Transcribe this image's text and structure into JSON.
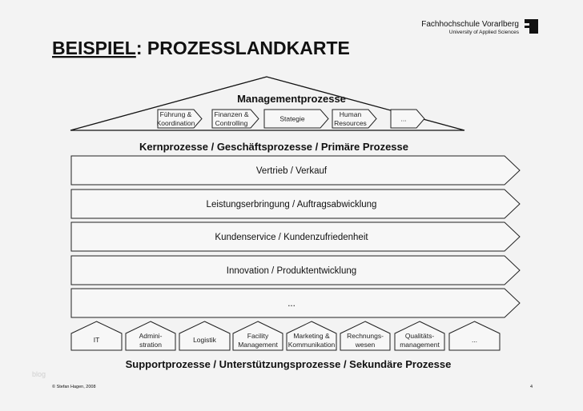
{
  "header": {
    "institution": "Fachhochschule Vorarlberg",
    "institution_sub": "University of Applied Sciences",
    "title_prefix": "BEISPIEL",
    "title_rest": ": PROZESSLANDKARTE"
  },
  "management": {
    "title": "Managementprozesse",
    "items": [
      {
        "line1": "Führung &",
        "line2": "Koordination"
      },
      {
        "line1": "Finanzen &",
        "line2": "Controlling"
      },
      {
        "line1": "Stategie",
        "line2": ""
      },
      {
        "line1": "Human",
        "line2": "Resources"
      },
      {
        "line1": "...",
        "line2": ""
      }
    ]
  },
  "core": {
    "title": "Kernprozesse / Geschäftsprozesse / Primäre Prozesse",
    "items": [
      "Vertrieb / Verkauf",
      "Leistungserbringung / Auftragsabwicklung",
      "Kundenservice / Kundenzufriedenheit",
      "Innovation / Produktentwicklung",
      "..."
    ]
  },
  "support": {
    "title": "Supportprozesse / Unterstützungsprozesse / Sekundäre Prozesse",
    "items": [
      {
        "line1": "IT",
        "line2": ""
      },
      {
        "line1": "Admini-",
        "line2": "stration"
      },
      {
        "line1": "Logistik",
        "line2": ""
      },
      {
        "line1": "Facility",
        "line2": "Management"
      },
      {
        "line1": "Marketing &",
        "line2": "Kommunikation"
      },
      {
        "line1": "Rechnungs-",
        "line2": "wesen"
      },
      {
        "line1": "Qualitäts-",
        "line2": "management"
      },
      {
        "line1": "...",
        "line2": ""
      }
    ]
  },
  "footer": {
    "copyright": "© Stefan Hagen, 2008",
    "page_number": "4",
    "watermark": "blog"
  }
}
